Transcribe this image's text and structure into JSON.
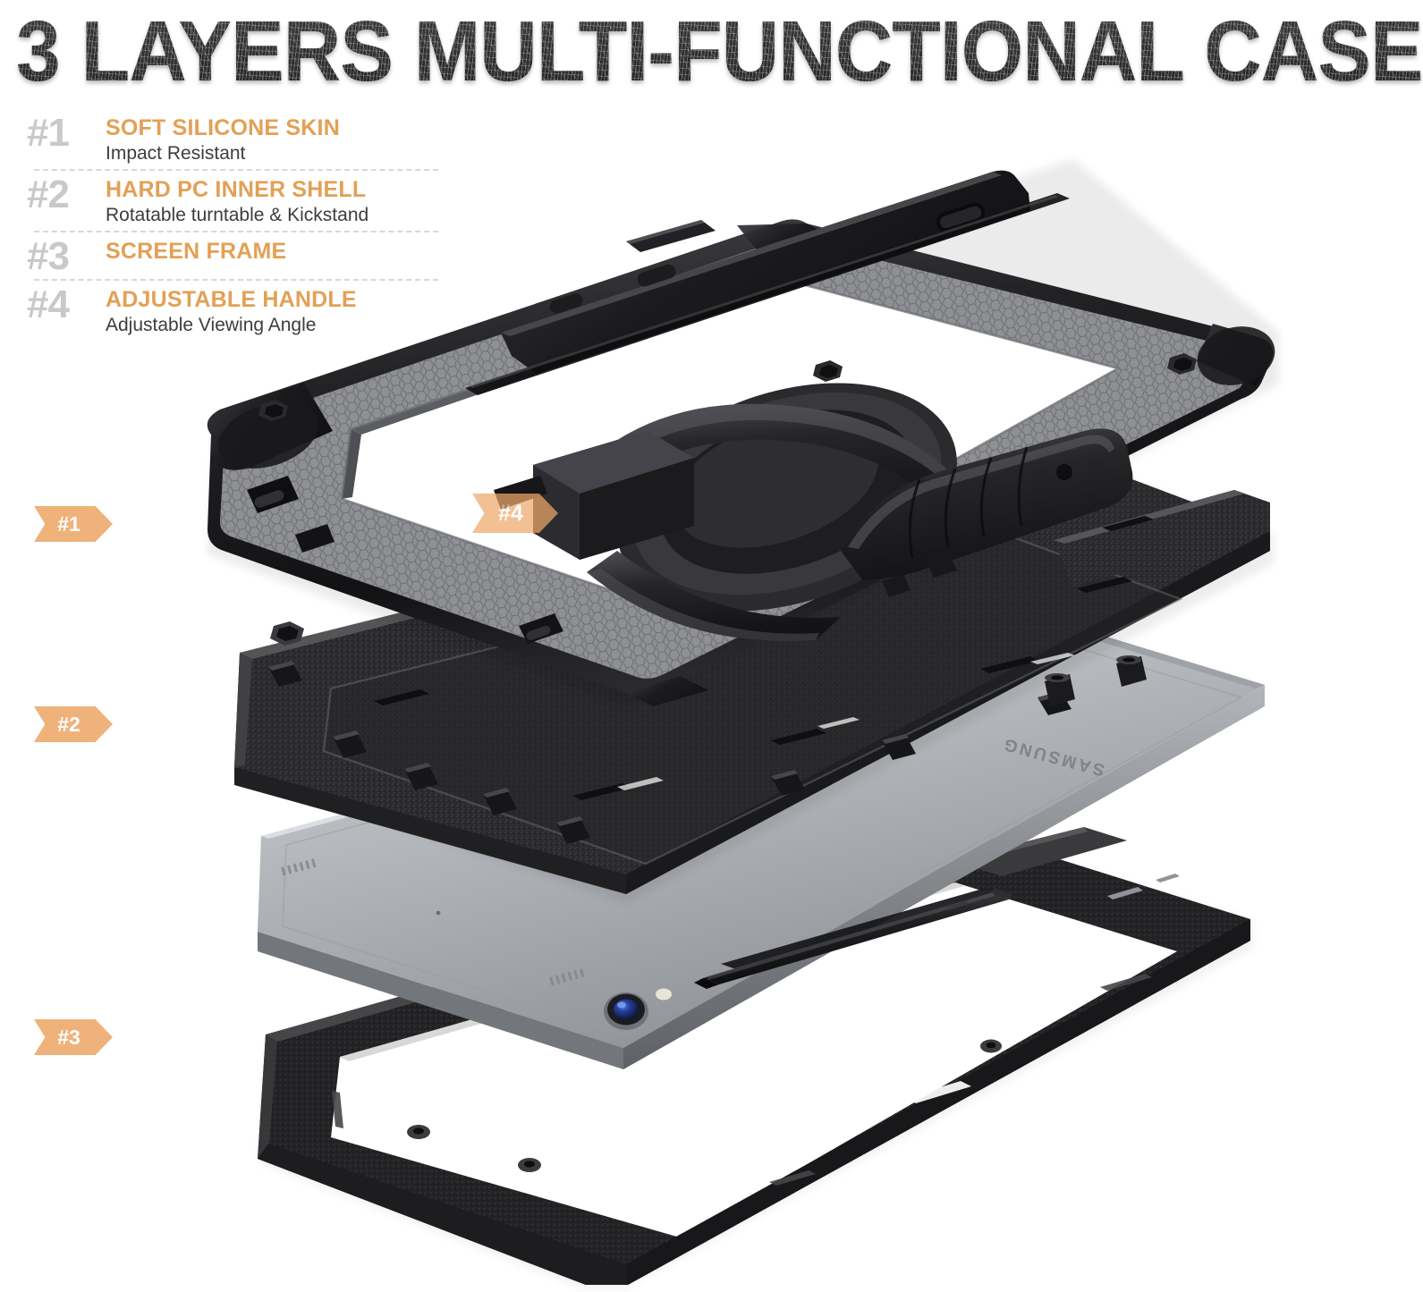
{
  "title": "3 LAYERS MULTI-FUNCTIONAL CASE",
  "colors": {
    "accent_orange": "#e3a055",
    "badge_orange": "#eda868",
    "number_gray": "#c9c9c9",
    "subtitle_gray": "#3d3d3d",
    "divider_gray": "#d8d8d8",
    "title_dark": "#2a2a2a",
    "silicone_gray": "#8e8e90",
    "rubber_black": "#1c1c1e",
    "shell_black": "#2b2b2d",
    "tablet_silver": "#b9bcc0",
    "camera_blue": "#2e56c8"
  },
  "features": [
    {
      "num": "#1",
      "title": "SOFT SILICONE SKIN",
      "subtitle": "Impact Resistant"
    },
    {
      "num": "#2",
      "title": "HARD PC INNER SHELL",
      "subtitle": "Rotatable turntable & Kickstand"
    },
    {
      "num": "#3",
      "title": "SCREEN FRAME",
      "subtitle": ""
    },
    {
      "num": "#4",
      "title": "ADJUSTABLE HANDLE",
      "subtitle": "Adjustable Viewing Angle"
    }
  ],
  "callouts": [
    {
      "label": "#1",
      "target": "soft-silicone-skin-layer"
    },
    {
      "label": "#2",
      "target": "hard-pc-inner-shell-layer"
    },
    {
      "label": "#3",
      "target": "screen-frame-layer"
    },
    {
      "label": "#4",
      "target": "adjustable-handle"
    }
  ],
  "product": {
    "brand": "SAMSUNG",
    "layers": [
      "soft-silicone-skin-layer",
      "hard-pc-inner-shell-layer",
      "tablet-device",
      "screen-frame-layer"
    ],
    "accessories": [
      "s-pen-stylus",
      "rotating-handle",
      "kickstand",
      "hand-strap"
    ]
  }
}
